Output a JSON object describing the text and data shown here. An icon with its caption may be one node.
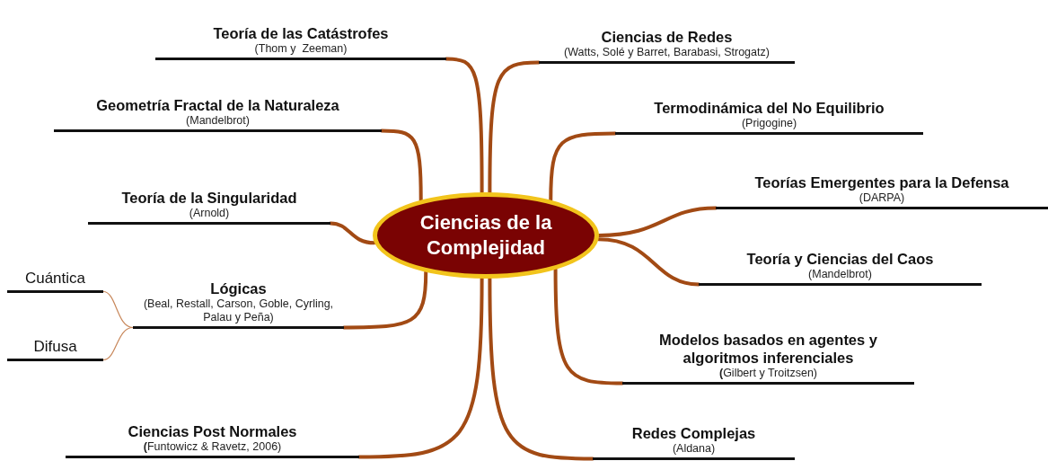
{
  "diagram": {
    "nodes": [
      {
        "text": [
          "Ciencias de la Complejidad"
        ]
      },
      {
        "text": [
          "Teoría de las Catástrofes",
          "(Thom y  Zeeman)"
        ]
      },
      {
        "text": [
          "Geometría Fractal de la Naturaleza",
          "(Mandelbrot)"
        ]
      },
      {
        "text": [
          "Teoría de la Singularidad",
          "(Arnold)"
        ]
      },
      {
        "text": [
          "Lógicas",
          "(Beal, Restall, Carson, Goble, Cyrling, Palau y Peña)"
        ]
      },
      {
        "text": [
          "Cuántica"
        ]
      },
      {
        "text": [
          "Difusa"
        ]
      },
      {
        "text": [
          "Ciencias Post Normales",
          "**(**Funtowicz & Ravetz, 2006)"
        ]
      },
      {
        "text": [
          "Ciencias de Redes",
          "(Watts, Solé y Barret, Barabasi, Strogatz)"
        ]
      },
      {
        "text": [
          "Termodinámica del No Equilibrio",
          "(Prigogine)"
        ]
      },
      {
        "text": [
          "Teorías Emergentes para la Defensa",
          "(DARPA)"
        ]
      },
      {
        "text": [
          "Teoría y Ciencias del Caos",
          "(Mandelbrot)"
        ]
      },
      {
        "text": [
          "Modelos basados en agentes y algoritmos inferenciales",
          "**(**Gilbert y Troitzsen)"
        ]
      },
      {
        "text": [
          "Redes Complejas",
          "(Aldana)"
        ]
      }
    ],
    "edges": [
      {
        "from": 0,
        "to": 1,
        "arrow": "none"
      },
      {
        "from": 0,
        "to": 2,
        "arrow": "none"
      },
      {
        "from": 0,
        "to": 3,
        "arrow": "none"
      },
      {
        "from": 0,
        "to": 4,
        "arrow": "none"
      },
      {
        "from": 4,
        "to": 5,
        "arrow": "none",
        "color": "#c8875a"
      },
      {
        "from": 4,
        "to": 6,
        "arrow": "none",
        "color": "#c8875a"
      },
      {
        "from": 0,
        "to": 7,
        "arrow": "none"
      },
      {
        "from": 0,
        "to": 8,
        "arrow": "none"
      },
      {
        "from": 0,
        "to": 9,
        "arrow": "none"
      },
      {
        "from": 0,
        "to": 10,
        "arrow": "none"
      },
      {
        "from": 0,
        "to": 11,
        "arrow": "none"
      },
      {
        "from": 0,
        "to": 12,
        "arrow": "none"
      },
      {
        "from": 0,
        "to": 13,
        "arrow": "none"
      }
    ]
  }
}
